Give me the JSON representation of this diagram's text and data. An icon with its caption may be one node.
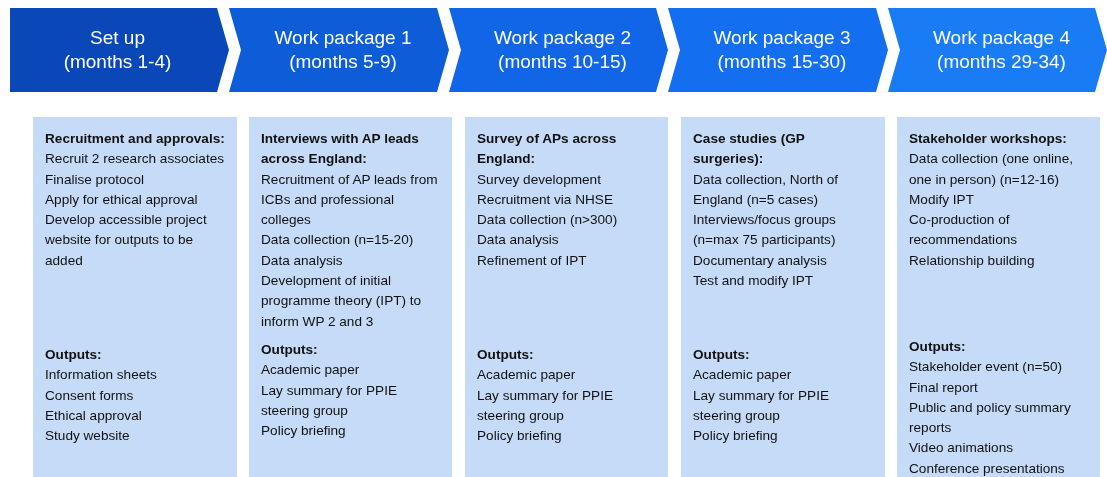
{
  "diagram": {
    "nodes": [
      {
        "text": [
          "Set up",
          "(months 1-4)"
        ]
      },
      {
        "text": [
          "Work package 1",
          "(months 5-9)"
        ]
      },
      {
        "text": [
          "Work package 2",
          "(months 10-15)"
        ]
      },
      {
        "text": [
          "Work package 3",
          "(months 15-30)"
        ]
      },
      {
        "text": [
          "Work package 4",
          "(months 29-34)"
        ]
      },
      {
        "text": [
          "Recruitment and approvals:",
          "Recruit 2 research associates",
          "Finalise protocol",
          "Apply for ethical approval",
          "Develop accessible project website for outputs to be added"
        ]
      },
      {
        "text": [
          "Outputs:",
          "Information sheets",
          "Consent forms",
          "Ethical approval",
          "Study website"
        ],
        "in": 5
      },
      {
        "text": [
          "Interviews with AP leads across England:",
          "Recruitment of AP leads from ICBs and professional colleges",
          "Data collection (n=15-20)",
          "Data analysis",
          "Development of initial programme theory (IPT) to inform WP 2 and 3"
        ]
      },
      {
        "text": [
          "Outputs:",
          "Academic paper",
          "Lay summary for PPIE steering group",
          "Policy briefing"
        ],
        "in": 7
      },
      {
        "text": [
          "Survey of APs across England:",
          "Survey development",
          "Recruitment via NHSE",
          "Data collection (n>300)",
          "Data analysis",
          "Refinement of IPT"
        ]
      },
      {
        "text": [
          "Outputs:",
          "Academic paper",
          "Lay summary for PPIE steering group",
          "Policy briefing"
        ],
        "in": 9
      },
      {
        "text": [
          "Case studies (GP surgeries):",
          "Data collection, North of England (n=5 cases)",
          "Interviews/focus groups (n=max 75 participants)",
          "Documentary analysis",
          "Test and modify IPT"
        ]
      },
      {
        "text": [
          "Outputs:",
          "Academic paper",
          "Lay summary for PPIE steering group",
          "Policy briefing"
        ],
        "in": 11
      },
      {
        "text": [
          "Stakeholder workshops:",
          "Data collection (one online, one in person) (n=12-16)",
          "Modify IPT",
          "Co-production of recommendations",
          "Relationship building"
        ]
      },
      {
        "text": [
          "Outputs:",
          "Stakeholder event (n=50)",
          "Final report",
          "Public and policy summary reports",
          "Video animations",
          "Conference presentations"
        ],
        "in": 13
      }
    ]
  }
}
